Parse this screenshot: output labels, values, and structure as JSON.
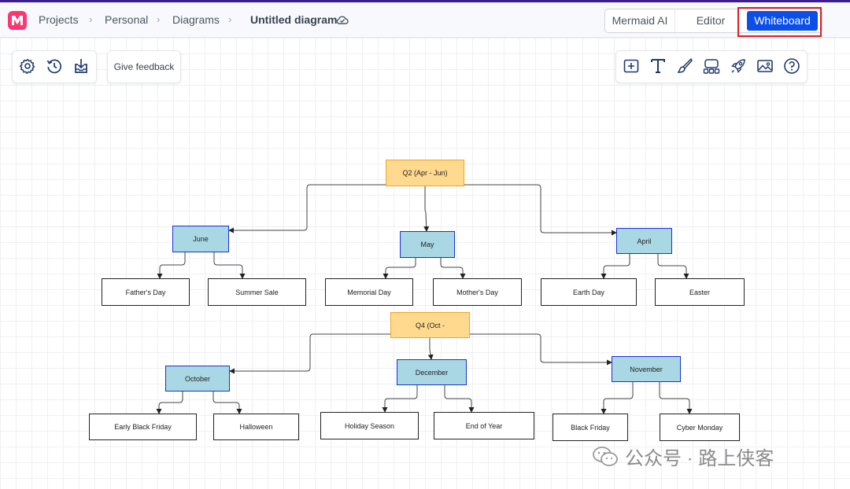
{
  "header": {
    "breadcrumbs": [
      "Projects",
      "Personal",
      "Diagrams"
    ],
    "separator": "›",
    "title": "Untitled diagram",
    "modes": {
      "mermaid": "Mermaid AI",
      "editor": "Editor",
      "whiteboard": "Whiteboard"
    },
    "active_mode": "Whiteboard",
    "accent_color": "#0b4fe8",
    "brand_color": "#ff3670"
  },
  "toolbar_left": {
    "icons": [
      "gear-icon",
      "history-icon",
      "download-icon"
    ],
    "feedback_label": "Give feedback"
  },
  "toolbar_right": {
    "icons": [
      "add-shape-icon",
      "text-icon",
      "brush-icon",
      "shapes-icon",
      "rocket-icon",
      "image-icon",
      "help-icon"
    ]
  },
  "diagram": {
    "q2": {
      "label": "Q2 (Apr - Jun)",
      "june": {
        "label": "June",
        "events": [
          "Father's Day",
          "Summer Sale"
        ]
      },
      "may": {
        "label": "May",
        "events": [
          "Memorial Day",
          "Mother's Day"
        ]
      },
      "april": {
        "label": "April",
        "events": [
          "Earth Day",
          "Easter"
        ]
      }
    },
    "q4": {
      "label": "Q4 (Oct -",
      "october": {
        "label": "October",
        "events": [
          "Early Black Friday",
          "Halloween"
        ]
      },
      "december": {
        "label": "December",
        "events": [
          "Holiday Season",
          "End of Year"
        ]
      },
      "november": {
        "label": "November",
        "events": [
          "Black Friday",
          "Cyber Monday"
        ]
      }
    }
  },
  "watermark": "公众号 · 路上侠客"
}
